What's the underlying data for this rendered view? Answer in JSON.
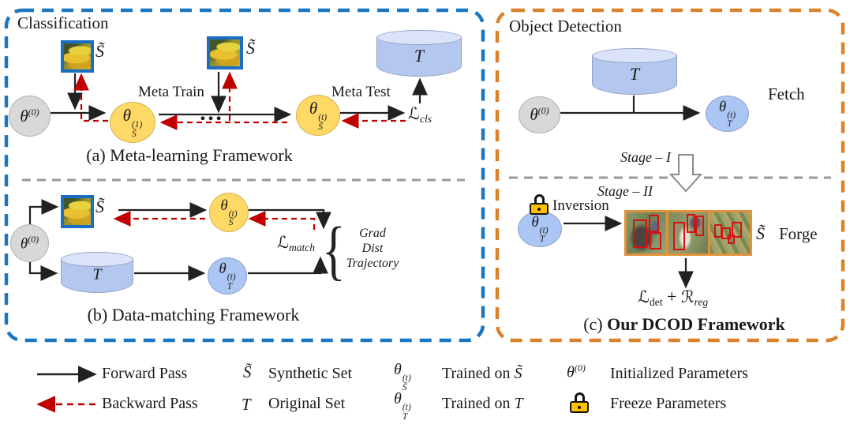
{
  "colors": {
    "box-blue": "#1b76c0",
    "box-orange": "#d9822b",
    "arrow-black": "#212121",
    "arrow-red": "#c00000",
    "circle-gray": "#d8d8d8",
    "circle-yellow": "#ffd966",
    "circle-blue": "#abc6f4",
    "cylinder-body": "#b4c7ee",
    "cylinder-top": "#dae3f8",
    "divider-gray": "#999999",
    "lock-yellow": "#ffc000",
    "image-border-blue": "#1a6fc4",
    "image-border-orange": "#e0923a",
    "bbox-red": "#d51111"
  },
  "classification": {
    "title": "Classification",
    "meta_train": "Meta Train",
    "meta_test": "Meta Test",
    "dots": "…",
    "caption_a": "(a) Meta-learning Framework",
    "caption_b": "(b) Data-matching Framework",
    "match_criteria": [
      "Grad",
      "Dist",
      "Trajectory"
    ]
  },
  "detection": {
    "title": "Object Detection",
    "fetch": "Fetch",
    "stage1": "Stage – I",
    "stage2": "Stage – II",
    "inversion": "Inversion",
    "forge": "Forge",
    "caption_prefix": "(c) ",
    "caption_bold": "Our DCOD Framework"
  },
  "symbols": {
    "theta": "θ",
    "sup0": "(0)",
    "sup1": "(1)",
    "supt": "(t)",
    "synthetic": "S̃",
    "original": "T",
    "loss": "ℒ",
    "sub_cls": "cls",
    "sub_match": "match",
    "sub_det": "det",
    "plus": " + ",
    "reg": "ℛ",
    "sub_reg": "reg",
    "brace": "{"
  },
  "legend": {
    "forward": "Forward Pass",
    "backward": "Backward Pass",
    "synthetic_set": "Synthetic Set",
    "original_set": "Original Set",
    "trained_on": "Trained on",
    "initialized": "Initialized Parameters",
    "freeze": "Freeze Parameters"
  }
}
